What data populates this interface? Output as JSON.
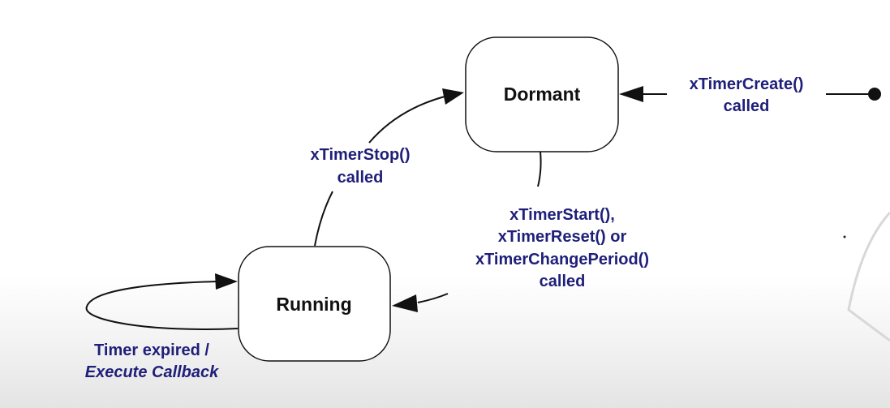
{
  "states": {
    "dormant": "Dormant",
    "running": "Running"
  },
  "transitions": {
    "create": {
      "line1": "xTimerCreate()",
      "line2": "called"
    },
    "stop": {
      "line1": "xTimerStop()",
      "line2": "called"
    },
    "start": {
      "line1": "xTimerStart(),",
      "line2": "xTimerReset() or",
      "line3": "xTimerChangePeriod()",
      "line4": "called"
    },
    "expired": {
      "line1": "Timer expired /",
      "line2": "Execute Callback"
    }
  },
  "colors": {
    "label_text": "#1f1f7a",
    "state_text": "#111111",
    "stroke": "#111111",
    "state_fill": "#ffffff"
  }
}
